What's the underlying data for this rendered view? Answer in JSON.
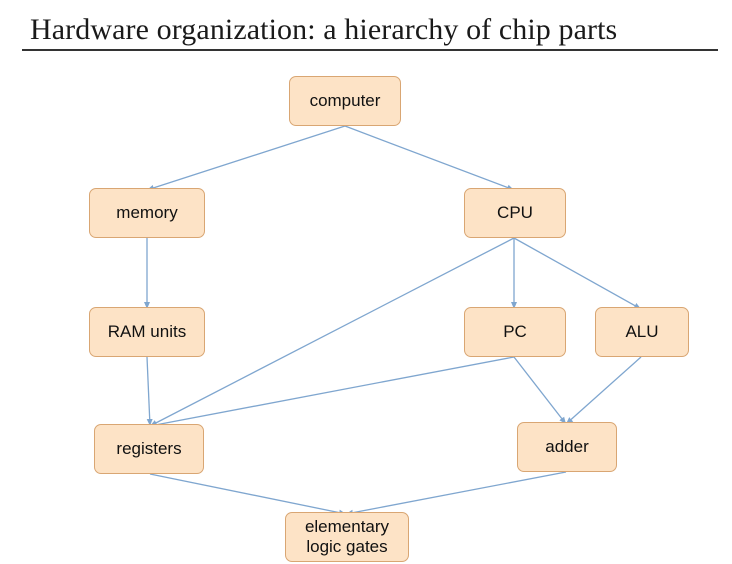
{
  "title": "Hardware organization: a hierarchy of chip parts",
  "colors": {
    "node_fill": "#fde3c6",
    "node_border": "#d9a673",
    "edge": "#7fa6cf"
  },
  "nodes": {
    "computer": "computer",
    "memory": "memory",
    "cpu": "CPU",
    "ram_units": "RAM units",
    "pc": "PC",
    "alu": "ALU",
    "registers": "registers",
    "adder": "adder",
    "elementary_logic_gates": "elementary\nlogic gates"
  },
  "edges": [
    {
      "from": "computer",
      "to": "memory"
    },
    {
      "from": "computer",
      "to": "cpu"
    },
    {
      "from": "memory",
      "to": "ram_units"
    },
    {
      "from": "cpu",
      "to": "registers"
    },
    {
      "from": "cpu",
      "to": "pc"
    },
    {
      "from": "cpu",
      "to": "alu"
    },
    {
      "from": "ram_units",
      "to": "registers"
    },
    {
      "from": "pc",
      "to": "registers"
    },
    {
      "from": "pc",
      "to": "adder"
    },
    {
      "from": "alu",
      "to": "adder"
    },
    {
      "from": "registers",
      "to": "elementary_logic_gates"
    },
    {
      "from": "adder",
      "to": "elementary_logic_gates"
    }
  ]
}
